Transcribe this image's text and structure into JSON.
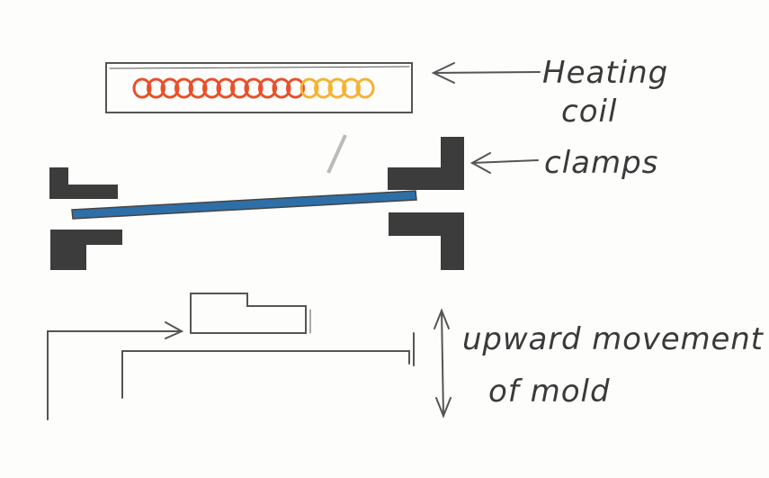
{
  "title": "Thermoforming process sketch",
  "labels": {
    "heating_line1": "Heating",
    "heating_line2": "coil",
    "clamps": "clamps",
    "movement_line1": "upward movement",
    "movement_line2": "of mold"
  },
  "colors": {
    "pencil": "#4a4a4a",
    "clamp": "#3c3c3c",
    "sheet": "#2f6fa8",
    "coil_outer": "#e8502a",
    "coil_inner": "#f6b233"
  }
}
